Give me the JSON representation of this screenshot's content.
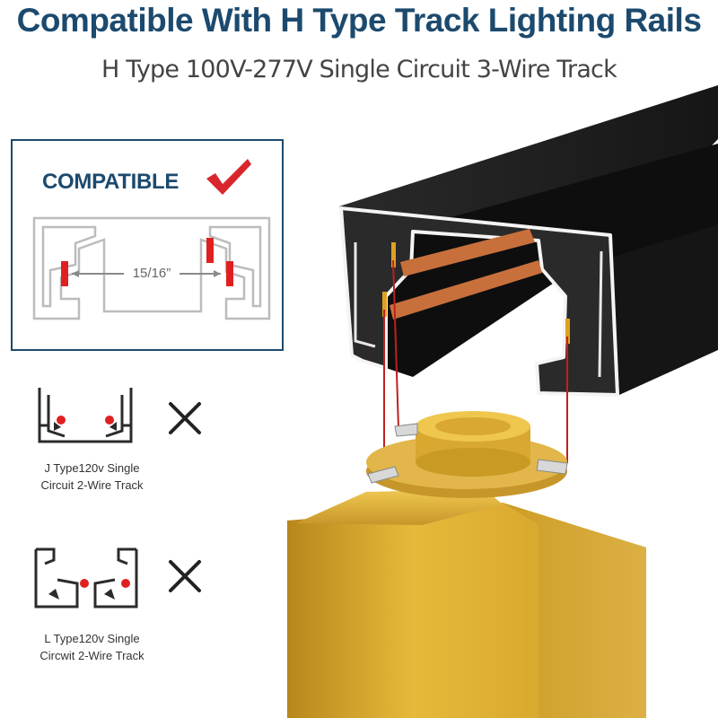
{
  "header": {
    "title": "Compatible With H Type Track Lighting Rails",
    "subtitle": "H Type 100V-277V Single Circuit 3-Wire Track"
  },
  "compatible_panel": {
    "label": "COMPATIBLE",
    "check_icon": "check-mark-icon",
    "dimension_label": "15/16”"
  },
  "incompatible": [
    {
      "caption_line1": "J Type120v Single",
      "caption_line2": "Circuit 2-Wire Track",
      "mark_icon": "cross-icon"
    },
    {
      "caption_line1": "L Type120v Single",
      "caption_line2": "Circwit 2-Wire Track",
      "mark_icon": "cross-icon"
    }
  ],
  "colors": {
    "brand_navy": "#1c4a6e",
    "check_red": "#d8262c",
    "contact_red": "#e02020",
    "track_black": "#1e1e1e",
    "copper": "#c8703c",
    "gold": "#d9a92e"
  }
}
